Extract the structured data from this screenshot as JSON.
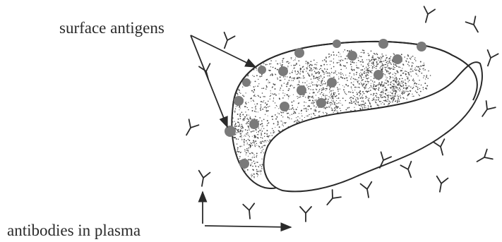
{
  "labels": {
    "surface_antigens": "surface antigens",
    "antibodies_in_plasma": "antibodies in plasma"
  },
  "colors": {
    "ink": "#2a2a2a",
    "antigen_fill": "#7a7a7a",
    "stipple": "#4a4a4a",
    "background": "#ffffff"
  },
  "icons": {
    "antibody": "y-shaped-antibody-icon",
    "antigen": "round-antigen-dot"
  }
}
